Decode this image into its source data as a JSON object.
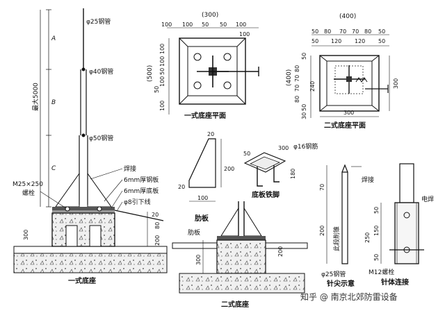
{
  "left": {
    "pipe_top": "φ25钢管",
    "pipe_mid": "φ40钢管",
    "pipe_low": "φ50钢管",
    "zone_a": "A",
    "zone_b": "B",
    "zone_c": "C",
    "max_height": "最大5000",
    "bolt": "M25×250",
    "bolt2": "螺栓",
    "weld": "焊接",
    "plate1": "6mm厚钢板",
    "plate2": "6mm厚底板",
    "down": "φ8引下线",
    "d300": "300",
    "d200": "200",
    "d80": "80",
    "d20": "20",
    "title": "一式底座"
  },
  "plan1": {
    "top_dim": "(300)",
    "d100a": "100",
    "d100b": "100",
    "d50a": "50",
    "d50b": "50",
    "d100c": "100",
    "d100d": "100",
    "side_dim": "(500)",
    "s100a": "100",
    "s100b": "100",
    "s50a": "50",
    "s100c": "100",
    "s100d": "100",
    "s50b": "50",
    "title": "一式底座平面"
  },
  "plan2": {
    "top_dim": "(400)",
    "t50a": "50",
    "t80": "80",
    "t70a": "70",
    "t70b": "70",
    "t80b": "80",
    "t50b": "50",
    "t50c": "50",
    "t120a": "120",
    "t120b": "120",
    "t50d": "50",
    "side_dim": "(400)",
    "s50": "50",
    "s80": "80",
    "s70a": "70",
    "s70b": "70",
    "s80b": "80",
    "s50b": "50",
    "s240": "240",
    "s30": "30",
    "r300": "300",
    "b300": "300",
    "title": "二式底座平面"
  },
  "rib": {
    "d20": "20",
    "d200": "200",
    "d20b": "20",
    "d100": "100",
    "title": "肋板"
  },
  "foot": {
    "d300": "300",
    "d50": "50",
    "d180": "180",
    "rebar": "φ16钢筋",
    "title": "底板铁脚"
  },
  "base2": {
    "rib": "肋板",
    "d300": "300",
    "d200": "200",
    "title": "二式底座"
  },
  "tip": {
    "weld": "焊接",
    "d70": "70",
    "d200": "200",
    "tip_grind": "此段削锥",
    "pipe": "φ25钢管",
    "title": "针尖示意"
  },
  "conn": {
    "weld": "电焊",
    "d50a": "50",
    "d150": "150",
    "d50b": "50",
    "d250": "250",
    "bolt": "M12螺栓",
    "title": "针体连接"
  },
  "watermark": "知乎 @ 南京北郊防雷设备"
}
